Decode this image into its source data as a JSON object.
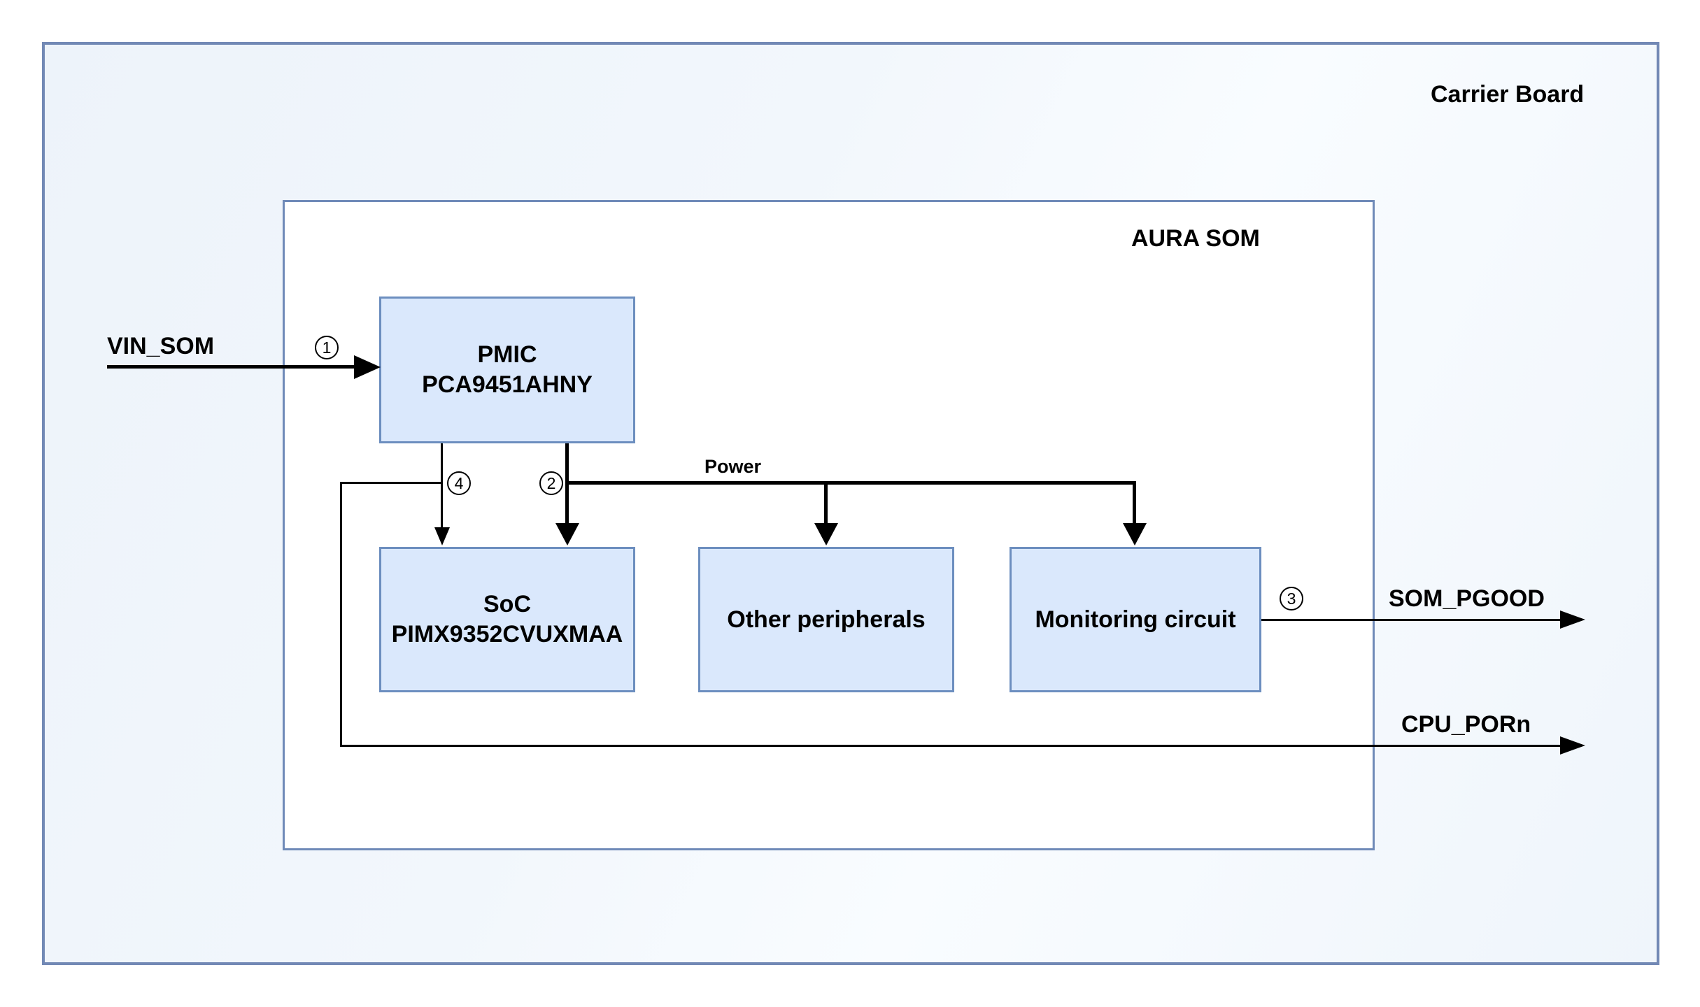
{
  "diagram": {
    "carrier_board": {
      "title": "Carrier Board"
    },
    "som": {
      "title": "AURA SOM"
    },
    "blocks": {
      "pmic": {
        "line1": "PMIC",
        "line2": "PCA9451AHNY"
      },
      "soc": {
        "line1": "SoC",
        "line2": "PIMX9352CVUXMAA"
      },
      "peripherals": {
        "label": "Other peripherals"
      },
      "monitoring": {
        "label": "Monitoring circuit"
      }
    },
    "signals": {
      "vin_som": "VIN_SOM",
      "power": "Power",
      "som_pgood": "SOM_PGOOD",
      "cpu_porn": "CPU_PORn"
    },
    "step_markers": {
      "step1": "1",
      "step2": "2",
      "step3": "3",
      "step4": "4"
    },
    "colors": {
      "block_fill": "#dae8fc",
      "block_border": "#6c8ebf",
      "carrier_border": "#7289b5",
      "som_border": "#6f8ab8",
      "carrier_fill": "#eff5fb",
      "line": "#000000"
    }
  }
}
